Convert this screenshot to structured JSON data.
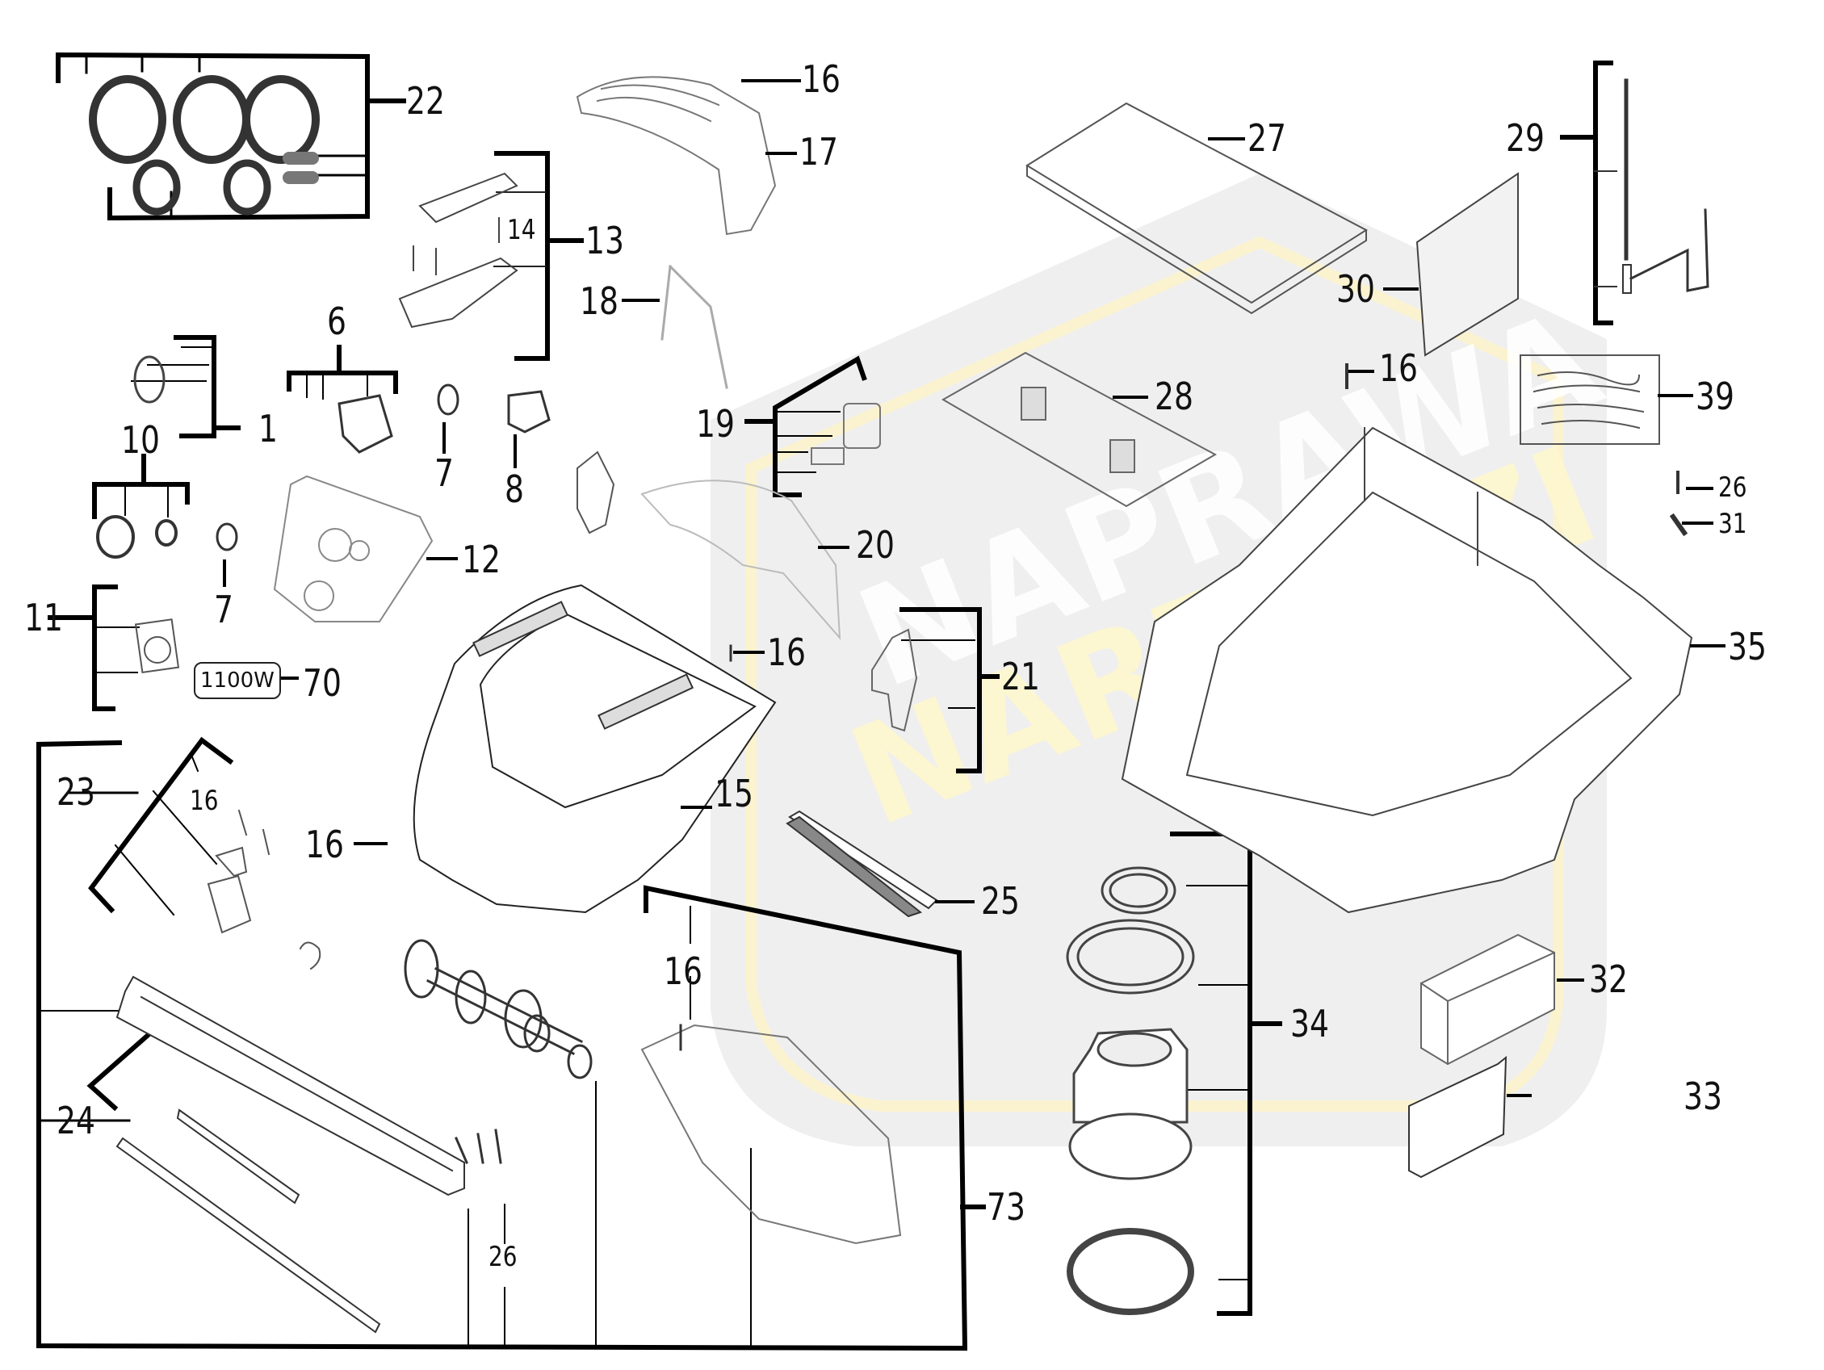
{
  "diagram": {
    "type": "exploded-parts-diagram",
    "watermark": {
      "line1": "NAPRAWA",
      "line2": "NARZEDZI",
      "shield_color": "#e8e8e8",
      "accent_color": "#fff6c8"
    },
    "badge": {
      "text": "1100W",
      "ref": "70"
    },
    "labels": [
      {
        "id": "22",
        "text": "22"
      },
      {
        "id": "16a",
        "text": "16"
      },
      {
        "id": "17",
        "text": "17"
      },
      {
        "id": "14",
        "text": "14"
      },
      {
        "id": "13",
        "text": "13"
      },
      {
        "id": "18",
        "text": "18"
      },
      {
        "id": "27",
        "text": "27"
      },
      {
        "id": "29",
        "text": "29"
      },
      {
        "id": "30",
        "text": "30"
      },
      {
        "id": "6",
        "text": "6"
      },
      {
        "id": "1",
        "text": "1"
      },
      {
        "id": "10",
        "text": "10"
      },
      {
        "id": "7a",
        "text": "7"
      },
      {
        "id": "8",
        "text": "8"
      },
      {
        "id": "7b",
        "text": "7"
      },
      {
        "id": "12",
        "text": "12"
      },
      {
        "id": "11",
        "text": "11"
      },
      {
        "id": "70",
        "text": "70"
      },
      {
        "id": "19",
        "text": "19"
      },
      {
        "id": "20",
        "text": "20"
      },
      {
        "id": "28",
        "text": "28"
      },
      {
        "id": "16b",
        "text": "16"
      },
      {
        "id": "39",
        "text": "39"
      },
      {
        "id": "26a",
        "text": "26"
      },
      {
        "id": "31",
        "text": "31"
      },
      {
        "id": "35",
        "text": "35"
      },
      {
        "id": "16c",
        "text": "16"
      },
      {
        "id": "21",
        "text": "21"
      },
      {
        "id": "15",
        "text": "15"
      },
      {
        "id": "23",
        "text": "23"
      },
      {
        "id": "16d",
        "text": "16"
      },
      {
        "id": "16e",
        "text": "16"
      },
      {
        "id": "25",
        "text": "25"
      },
      {
        "id": "16f",
        "text": "16"
      },
      {
        "id": "34",
        "text": "34"
      },
      {
        "id": "32",
        "text": "32"
      },
      {
        "id": "33",
        "text": "33"
      },
      {
        "id": "24",
        "text": "24"
      },
      {
        "id": "26b",
        "text": "26"
      },
      {
        "id": "73",
        "text": "73"
      }
    ]
  }
}
